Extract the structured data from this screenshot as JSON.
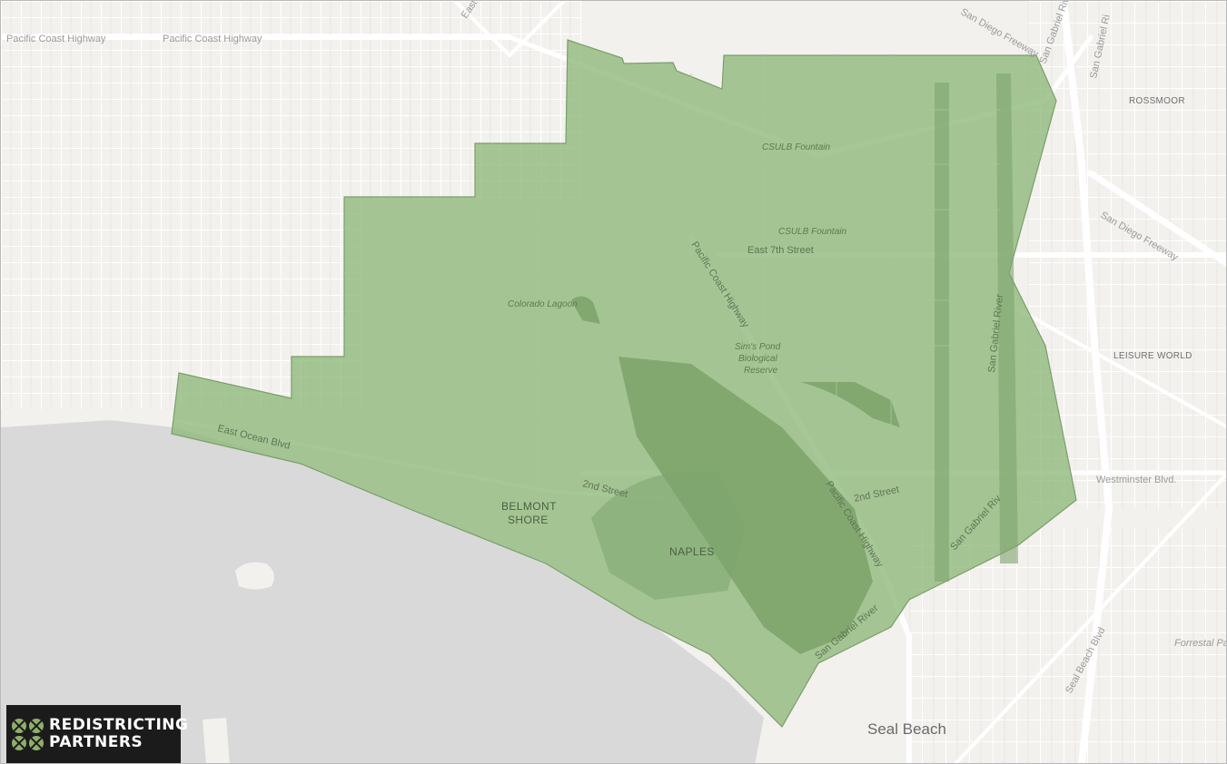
{
  "map": {
    "colors": {
      "land": "#f3f1ee",
      "water": "#d9d9d9",
      "road": "#ffffff",
      "district_fill": "#8db87a",
      "district_stroke": "#7a9e69"
    },
    "roads": {
      "pch_left_1": "Pacific Coast Highway",
      "pch_left_2": "Pacific Coast Highway",
      "san_diego_freeway_top": "San Diego Freeway",
      "san_gabriel_river_top": "San Gabriel River",
      "san_gabriel_top_right": "San Gabriel Ri",
      "san_diego_freeway_right": "San Diego Freeway",
      "east_7th_street": "East 7th Street",
      "pch_diag": "Pacific Coast Highway",
      "san_gabriel_river_mid": "San Gabriel River",
      "westminster_blvd": "Westminster Blvd.",
      "east_ocean_blvd": "East Ocean Blvd",
      "second_street_west": "2nd Street",
      "second_street_east": "2nd Street",
      "pch_south": "Pacific Coast Highway",
      "san_gabriel_river_low": "San Gabriel Riv",
      "san_gabriel_river_bottom": "San Gabriel River",
      "seal_beach_blvd": "Seal Beach Blvd",
      "east_lo_fragment": "East Lo"
    },
    "places": {
      "rossmoor": "ROSSMOOR",
      "leisure_world": "LEISURE WORLD",
      "belmont_shore_1": "BELMONT",
      "belmont_shore_2": "SHORE",
      "naples": "NAPLES",
      "seal_beach": "Seal Beach",
      "forrestal": "Forrestal Pa"
    },
    "pois": {
      "csulb_fountain_1": "CSULB Fountain",
      "csulb_fountain_2": "CSULB Fountain",
      "colorado_lagoon": "Colorado Lagoon",
      "sims_pond_1": "Sim's Pond",
      "sims_pond_2": "Biological",
      "sims_pond_3": "Reserve"
    },
    "logo": {
      "line1": "REDISTRICTING",
      "line2": "PARTNERS"
    }
  }
}
